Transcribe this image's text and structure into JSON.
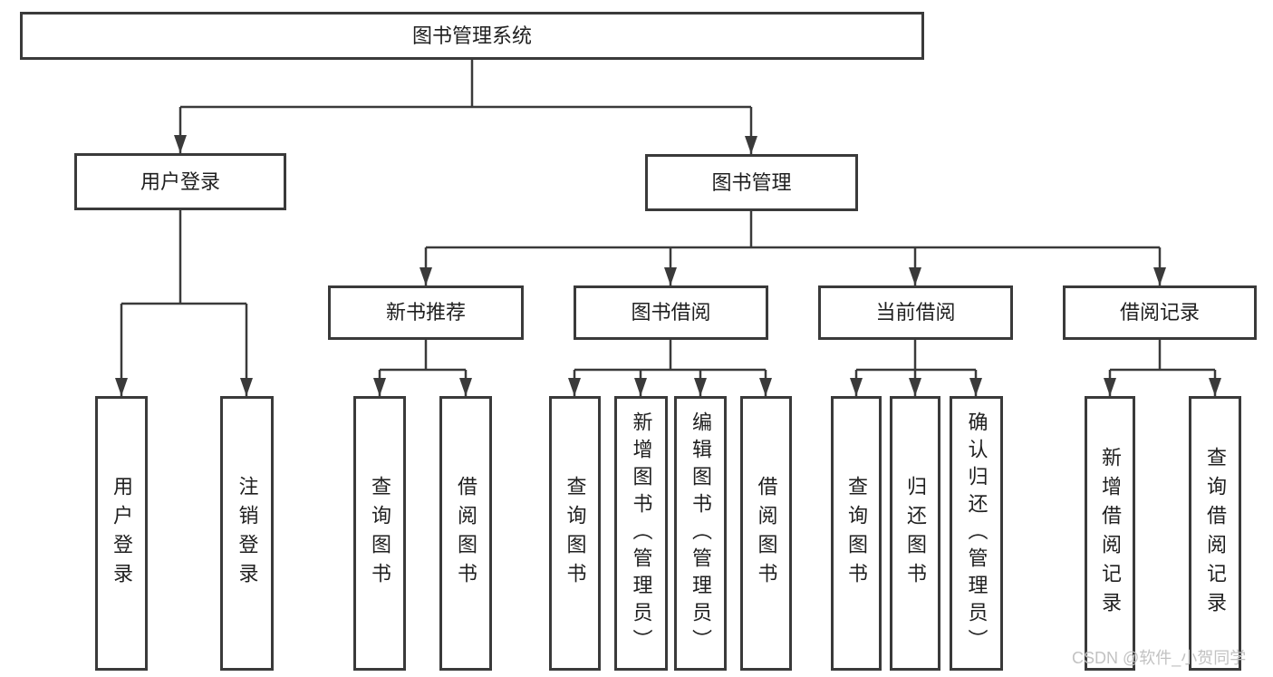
{
  "tree": {
    "root": {
      "label": "图书管理系统"
    },
    "branches": [
      {
        "label": "用户登录",
        "leaves": [
          "用户登录",
          "注销登录"
        ]
      },
      {
        "label": "图书管理",
        "children": [
          {
            "label": "新书推荐",
            "leaves": [
              "查询图书",
              "借阅图书"
            ]
          },
          {
            "label": "图书借阅",
            "leaves": [
              "查询图书",
              "新增图书（管理员）",
              "编辑图书（管理员）",
              "借阅图书"
            ]
          },
          {
            "label": "当前借阅",
            "leaves": [
              "查询图书",
              "归还图书",
              "确认归还（管理员）"
            ]
          },
          {
            "label": "借阅记录",
            "leaves": [
              "新增借阅记录",
              "查询借阅记录"
            ]
          }
        ]
      }
    ]
  },
  "watermark": {
    "text": "CSDN @软件_小贺同学"
  },
  "colors": {
    "line": "#3a3a3a",
    "text": "#1f1f1f",
    "watermark": "#c2c2c2",
    "background": "#ffffff"
  }
}
